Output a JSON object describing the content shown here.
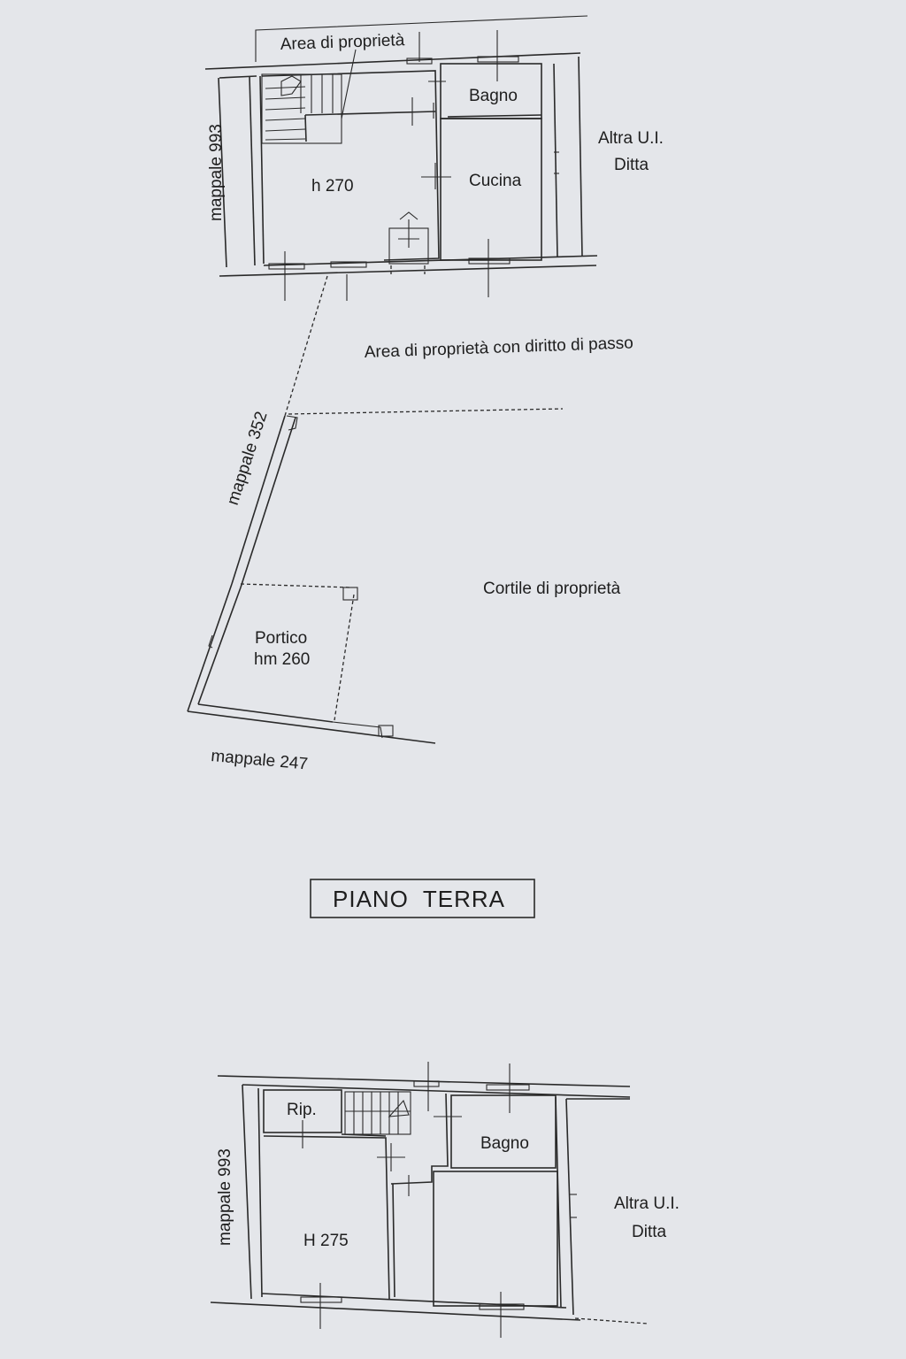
{
  "first_floor": {
    "area_label": "Area di proprietà",
    "bagno": "Bagno",
    "cucina": "Cucina",
    "height": "h 270",
    "left_parcel": "mappale 993",
    "neighbor_line1": "Altra U.I.",
    "neighbor_line2": "Ditta"
  },
  "courtyard": {
    "passage_label": "Area di proprietà con diritto di passo",
    "side_parcel": "mappale 352",
    "courtyard_label": "Cortile di proprietà",
    "portico_line1": "Portico",
    "portico_line2": "hm 260",
    "bottom_parcel": "mappale 247"
  },
  "floor_title": "PIANO  TERRA",
  "ground_floor": {
    "rip": "Rip.",
    "bagno": "Bagno",
    "height": "H 275",
    "left_parcel": "mappale 993",
    "neighbor_line1": "Altra U.I.",
    "neighbor_line2": "Ditta"
  }
}
